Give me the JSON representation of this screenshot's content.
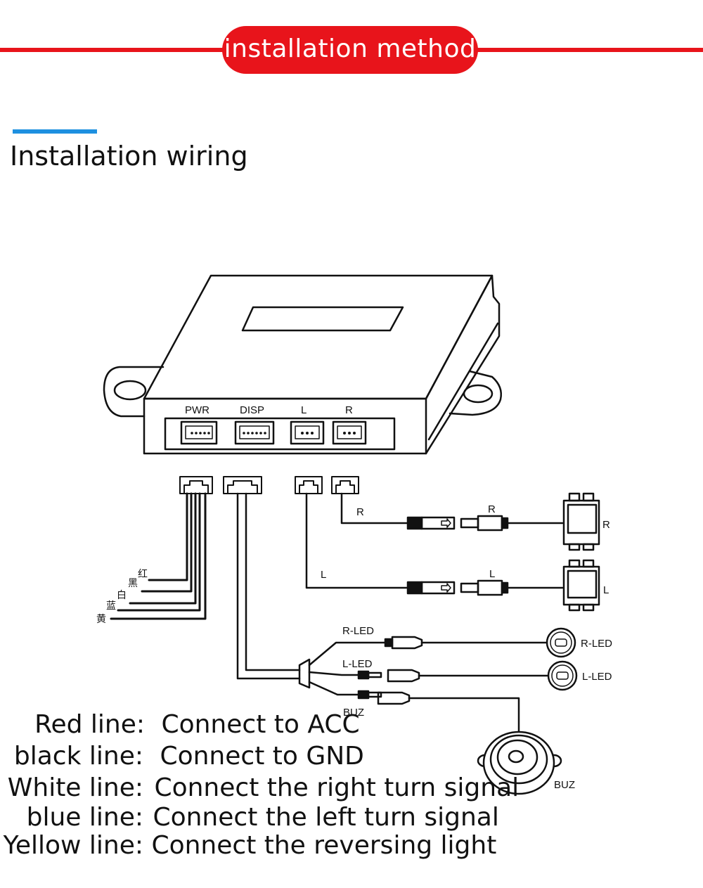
{
  "header": {
    "title": "installation method"
  },
  "section": {
    "title": "Installation wiring"
  },
  "box": {
    "ports": [
      "PWR",
      "DISP",
      "L",
      "R"
    ]
  },
  "wires": {
    "cn_labels": [
      "红",
      "黑",
      "白",
      "蓝",
      "黄"
    ]
  },
  "sensors": {
    "right_cable_label": "R",
    "right_plug_label": "R",
    "right_sensor_label": "R",
    "left_cable_label": "L",
    "left_plug_label": "L",
    "left_sensor_label": "L"
  },
  "indicators": {
    "rled_cable_label": "R-LED",
    "lled_cable_label": "L-LED",
    "buz_cable_label": "BUZ",
    "rled_device_label": "R-LED",
    "lled_device_label": "L-LED",
    "buz_device_label": "BUZ"
  },
  "legend": [
    {
      "key": "Red line:",
      "value": "Connect to ACC"
    },
    {
      "key": "black line:",
      "value": "Connect to GND"
    },
    {
      "key": "White line:",
      "value": "Connect the right turn signal"
    },
    {
      "key": "blue line:",
      "value": "Connect the left turn signal"
    },
    {
      "key": "Yellow line:",
      "value": "Connect the reversing light"
    }
  ],
  "colors": {
    "accent_red": "#e8141b",
    "accent_blue": "#1e90e0"
  }
}
